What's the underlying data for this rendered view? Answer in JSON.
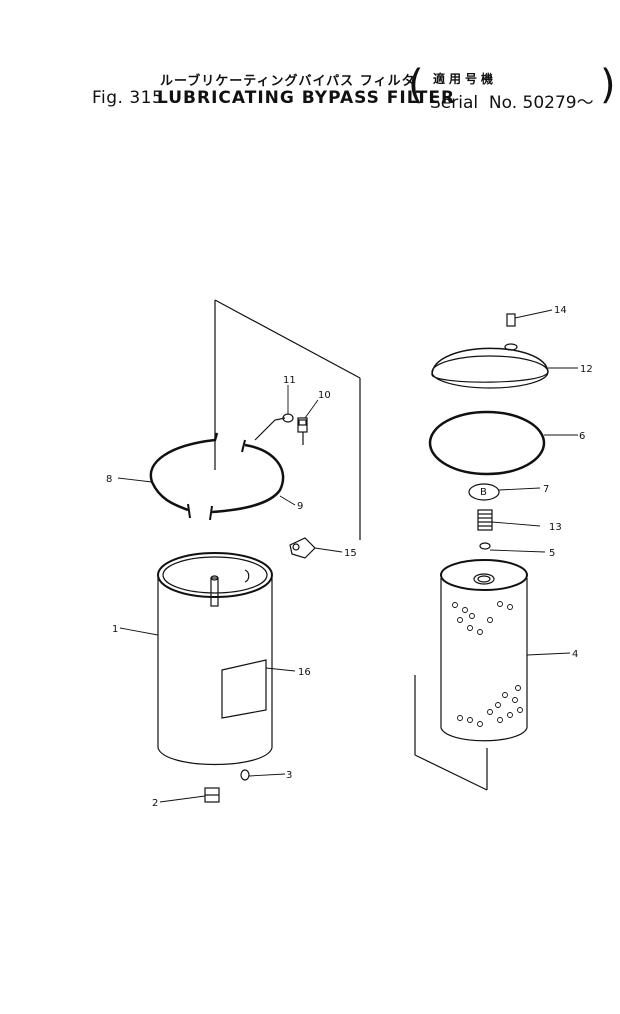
{
  "header": {
    "jp_title": "ルーブリケーティングバイパス フィルタ",
    "jp_serial": "適用号機",
    "fig_number": "Fig. 315",
    "title": "LUBRICATING BYPASS FILTER",
    "serial_label": "Serial",
    "serial_value": "No. 50279～"
  },
  "callouts": {
    "p1": "1",
    "p2": "2",
    "p3": "3",
    "p4": "4",
    "p5": "5",
    "p6": "6",
    "p7": "7",
    "p8": "8",
    "p9": "9",
    "p10": "10",
    "p11": "11",
    "p12": "12",
    "p13": "13",
    "p14": "14",
    "p15": "15",
    "p16": "16"
  }
}
